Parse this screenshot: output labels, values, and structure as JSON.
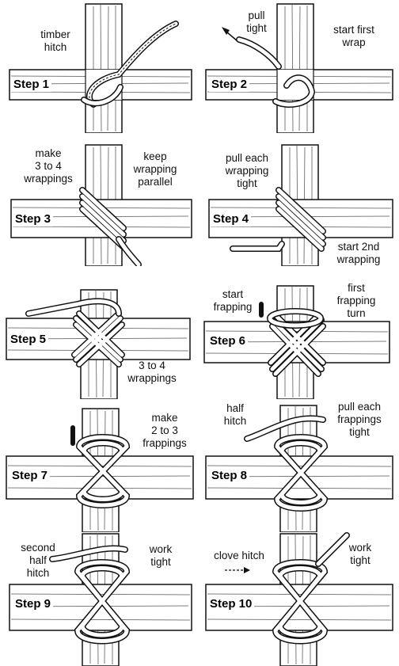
{
  "diagram": {
    "colors": {
      "ink": "#111111",
      "wood": "#ffffff",
      "rope": "#ffffff",
      "paper": "#ffffff"
    },
    "steps": [
      {
        "step": "Step 1",
        "labels": [
          "timber\nhitch"
        ]
      },
      {
        "step": "Step 2",
        "labels": [
          "pull\ntight",
          "start first\nwrap"
        ],
        "arrow": "left-arrow"
      },
      {
        "step": "Step 3",
        "labels": [
          "make\n3 to 4\nwrappings",
          "keep\nwrapping\nparallel"
        ]
      },
      {
        "step": "Step 4",
        "labels": [
          "pull each\nwrapping\ntight",
          "start 2nd\nwrapping"
        ]
      },
      {
        "step": "Step 5",
        "labels": [
          "3 to 4\nwrappings"
        ]
      },
      {
        "step": "Step 6",
        "labels": [
          "start\nfrapping",
          "first\nfrapping\nturn"
        ]
      },
      {
        "step": "Step 7",
        "labels": [
          "make\n2 to 3\nfrappings"
        ]
      },
      {
        "step": "Step 8",
        "labels": [
          "half\nhitch",
          "pull each\nfrappings\ntight"
        ]
      },
      {
        "step": "Step 9",
        "labels": [
          "second\nhalf\nhitch",
          "work\ntight"
        ]
      },
      {
        "step": "Step 10",
        "labels": [
          "clove hitch",
          "work\ntight"
        ],
        "arrow": "dashed-right-arrow"
      }
    ]
  }
}
